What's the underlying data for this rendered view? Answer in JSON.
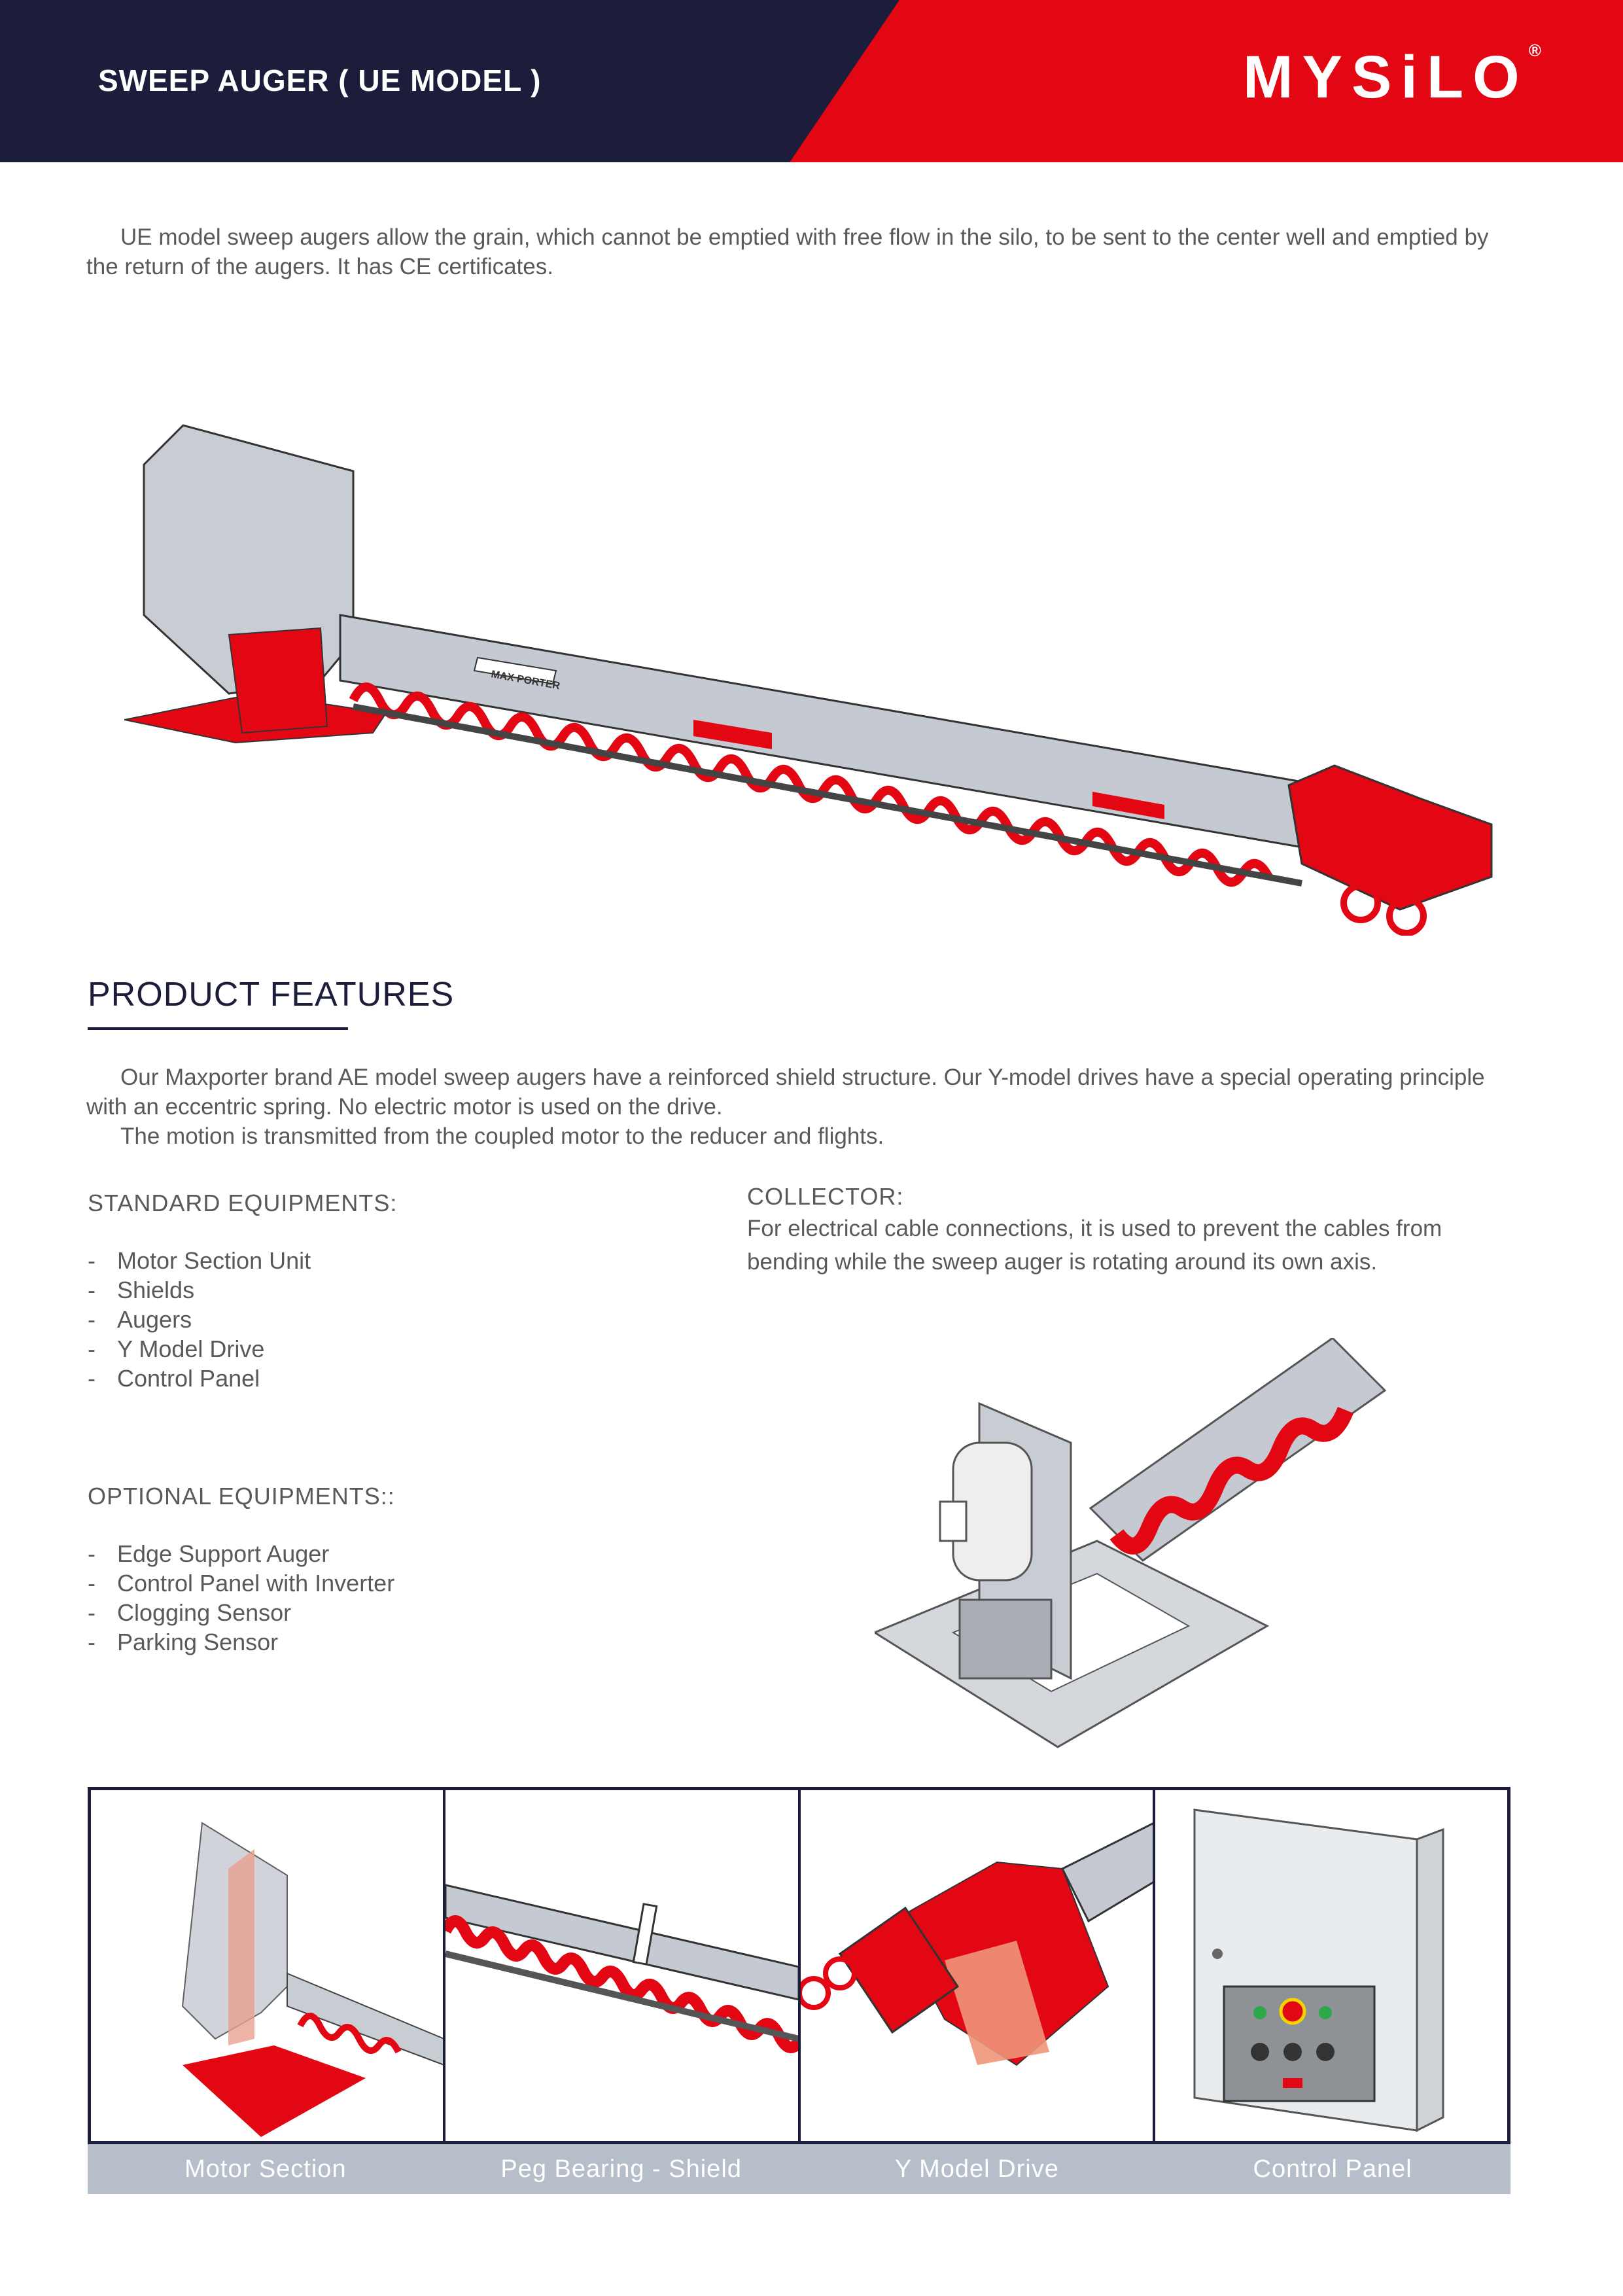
{
  "header": {
    "title": "SWEEP AUGER ( UE MODEL )",
    "logo": "MYSiLO",
    "logo_mark": "®",
    "colors": {
      "navy": "#1c1d3a",
      "red": "#e30613"
    }
  },
  "intro": "UE model sweep augers allow the grain, which cannot be emptied with free flow in the silo, to be sent to the center well and emptied by the return of the augers.  It has CE certificates.",
  "features": {
    "title": "PRODUCT FEATURES",
    "paragraph1": "Our Maxporter brand AE model sweep augers have a reinforced shield structure. Our Y-model drives have a special operating principle with an eccentric spring.  No electric motor is used on the drive.",
    "paragraph2": "The motion is transmitted from the coupled motor to the reducer and flights."
  },
  "standard": {
    "title": "STANDARD EQUIPMENTS:",
    "items": [
      "Motor Section Unit",
      "Shields",
      "Augers",
      "Y Model Drive",
      "Control Panel"
    ]
  },
  "optional": {
    "title": "OPTIONAL EQUIPMENTS::",
    "items": [
      "Edge Support Auger",
      "Control Panel with Inverter",
      "Clogging Sensor",
      "Parking Sensor"
    ]
  },
  "collector": {
    "title": "COLLECTOR:",
    "text": "For electrical cable connections, it is used to prevent the cables from bending while the sweep auger is rotating around its own axis."
  },
  "product_label": "MAX PORTER",
  "gallery": [
    {
      "caption": "Motor Section"
    },
    {
      "caption": "Peg Bearing - Shield"
    },
    {
      "caption": "Y Model Drive"
    },
    {
      "caption": "Control Panel"
    }
  ]
}
